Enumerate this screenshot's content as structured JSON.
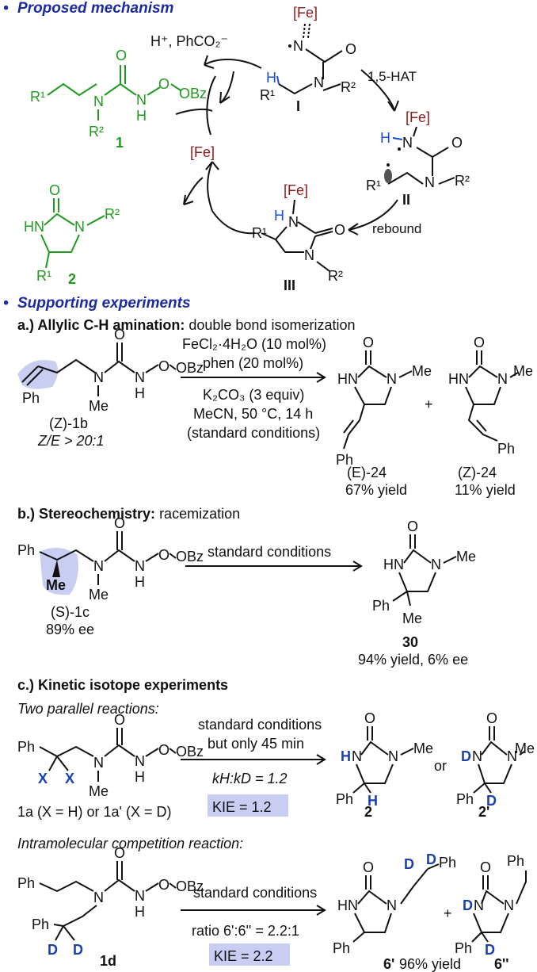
{
  "section1": {
    "bullet": "•",
    "title": "Proposed mechanism"
  },
  "mechanism": {
    "fe": "[Fe]",
    "byproduct": "H⁺, PhCO₂⁻",
    "step1": "1,5-HAT",
    "step2": "rebound",
    "int1": "I",
    "int2": "II",
    "int3": "III",
    "cmpd1": "1",
    "cmpd2": "2",
    "obz": "OBz",
    "r1": "R¹",
    "r2": "R²"
  },
  "section2": {
    "bullet": "•",
    "title": "Supporting experiments"
  },
  "expA": {
    "title_bold": "a.) Allylic C-H amination:",
    "title_rest": " double bond isomerization",
    "cond1": "FeCl₂·4H₂O (10 mol%)",
    "cond2": "phen (20 mol%)",
    "cond3": "K₂CO₃ (3 equiv)",
    "cond4": "MeCN, 50 °C, 14 h",
    "cond5": "(standard conditions)",
    "sm_label": "(Z)-1b",
    "sm_ratio": "Z/E > 20:1",
    "p1_label": "(E)-24",
    "p1_yield": "67% yield",
    "p2_label": "(Z)-24",
    "p2_yield": "11% yield",
    "plus": "+"
  },
  "expB": {
    "title_bold": "b.) Stereochemistry:",
    "title_rest": " racemization",
    "cond": "standard conditions",
    "sm_label": "(S)-1c",
    "sm_ee": "89% ee",
    "p_label": "30",
    "p_yield": "94% yield, 6% ee"
  },
  "expC": {
    "title": "c.) Kinetic isotope experiments",
    "sub1": "Two parallel reactions:",
    "cond1": "standard conditions",
    "cond2": "but only 45 min",
    "kratio": "kH:kD = 1.2",
    "kie1": "KIE = 1.2",
    "sm1_label": "1a (X = H) or 1a' (X = D)",
    "p1_label": "2",
    "p2_label": "2'",
    "or": "or",
    "sub2": "Intramolecular competition reaction:",
    "cond3": "standard conditions",
    "ratio": "ratio 6':6'' = 2.2:1",
    "kie2": "KIE = 2.2",
    "sm2_label": "1d",
    "p3_label": "6'",
    "p3_yield": "96% yield",
    "p4_label": "6''"
  },
  "atoms": {
    "N": "N",
    "H": "H",
    "D": "D",
    "O": "O",
    "Me": "Me",
    "Ph": "Ph",
    "HN": "HN",
    "X": "X"
  }
}
